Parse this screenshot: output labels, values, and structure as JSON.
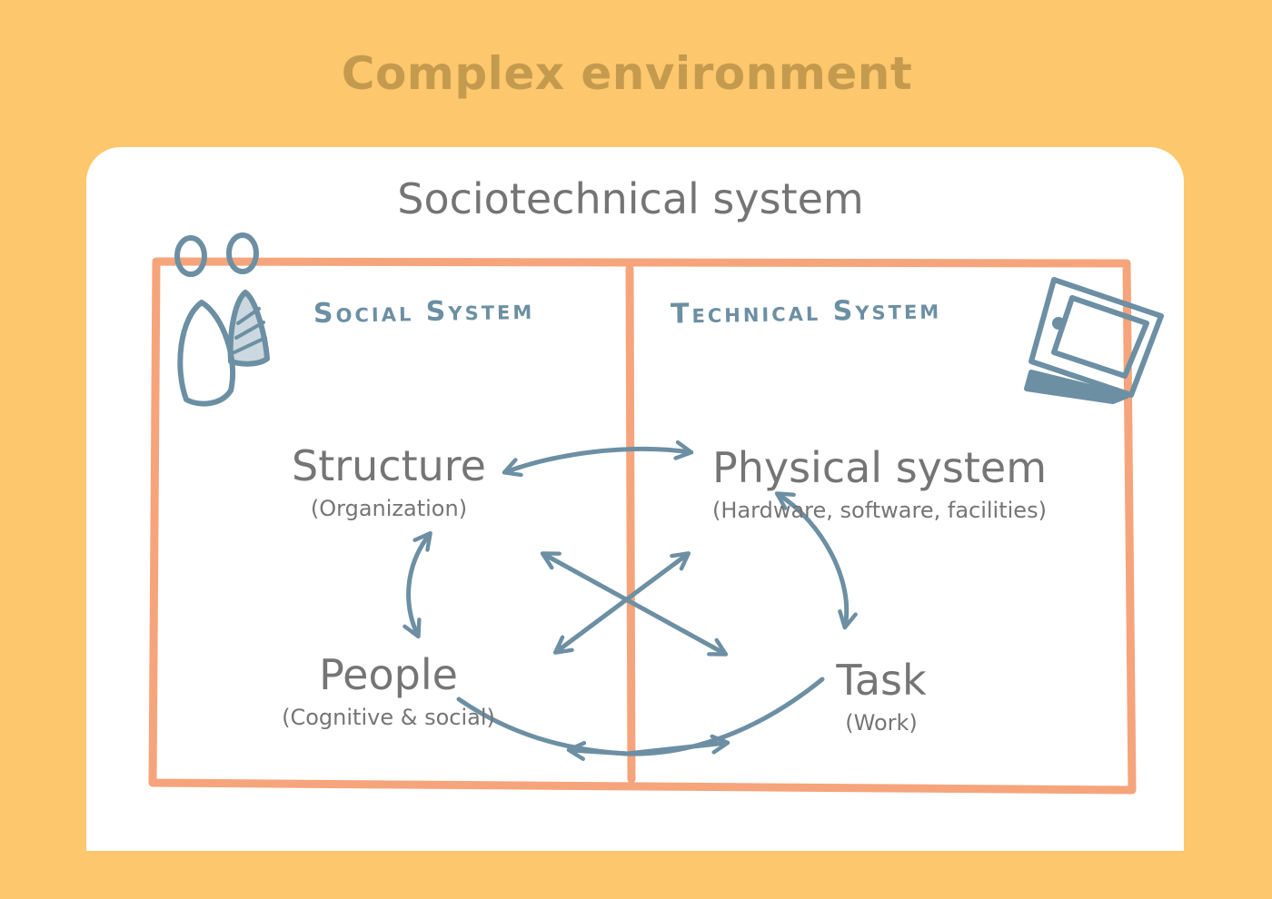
{
  "environment": {
    "title": "Complex environment"
  },
  "system": {
    "title": "Sociotechnical system"
  },
  "panels": {
    "social": {
      "title": "Social System"
    },
    "technical": {
      "title": "Technical System"
    }
  },
  "nodes": {
    "structure": {
      "label": "Structure",
      "sub": "(Organization)"
    },
    "physical": {
      "label": "Physical system",
      "sub": "(Hardware, software, facilities)"
    },
    "people": {
      "label": "People",
      "sub": "(Cognitive & social)"
    },
    "task": {
      "label": "Task",
      "sub": "(Work)"
    }
  },
  "colors": {
    "background": "#fcc76d",
    "environment_title": "#c49a4e",
    "card": "#ffffff",
    "frame": "#f6a47b",
    "arrows": "#6c8fa3",
    "text": "#757575"
  },
  "icons": [
    "people-icon",
    "laptop-icon"
  ]
}
